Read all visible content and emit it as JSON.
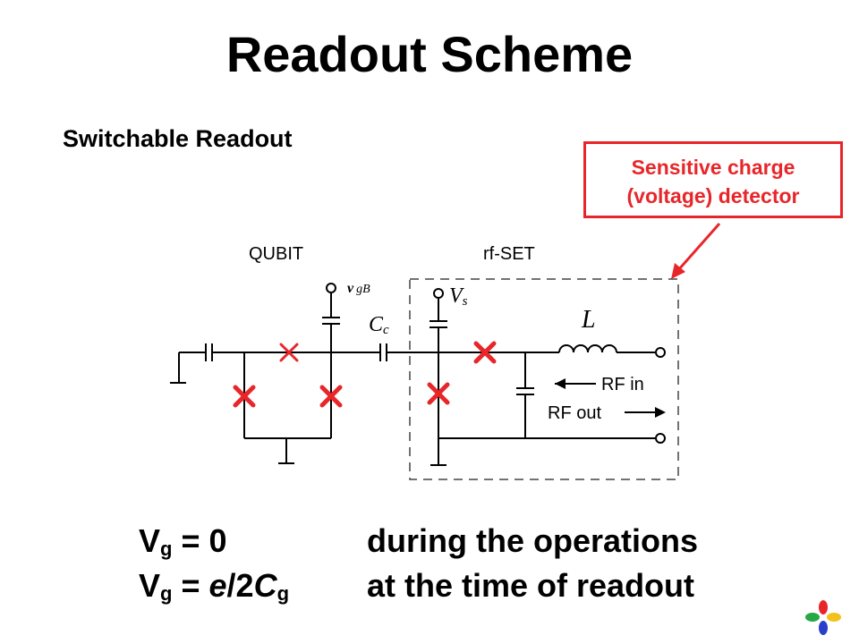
{
  "title": "Readout Scheme",
  "subtitle": "Switchable Readout",
  "callout": {
    "line1": "Sensitive charge",
    "line2": "(voltage) detector",
    "color": "#e8262a"
  },
  "diagram": {
    "qubit_label": "QUBIT",
    "rfset_label": "rf-SET",
    "vgb_label_v": "v",
    "vgb_label_sub": "gB",
    "vs_label_v": "V",
    "vs_label_sub": "s",
    "cc_label_c": "C",
    "cc_label_sub": "c",
    "inductor_label": "L",
    "rf_in_label": "RF in",
    "rf_out_label": "RF out",
    "junction_color": "#e8262a"
  },
  "equations": {
    "row1": {
      "var": "V",
      "sub": "g",
      "rhs": " = 0",
      "note": "during the operations"
    },
    "row2": {
      "var": "V",
      "sub": "g",
      "rhs_pre": " = ",
      "rhs_e": "e",
      "rhs_mid": "/2",
      "rhs_c": "C",
      "rhs_sub": "g",
      "note": "at the time of readout"
    }
  },
  "nav_icon": "four-dots-nav-icon"
}
